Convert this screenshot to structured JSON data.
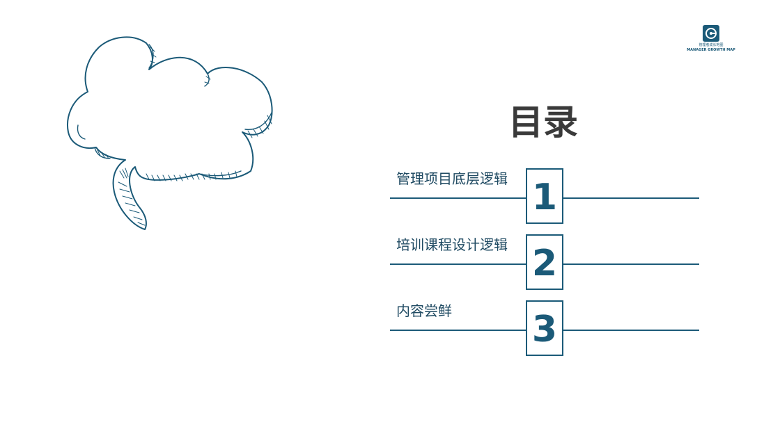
{
  "logo": {
    "cn_text": "管理者成长地图",
    "en_text": "MANAGER GROWTH MAP"
  },
  "title": "目录",
  "toc": [
    {
      "number": "1",
      "label": "管理项目底层逻辑"
    },
    {
      "number": "2",
      "label": "培训课程设计逻辑"
    },
    {
      "number": "3",
      "label": "内容尝鲜"
    }
  ],
  "colors": {
    "accent": "#1b5a78",
    "title": "#3a3a3a",
    "text": "#1f4a62",
    "background": "#ffffff"
  },
  "icons": {
    "decoration": "speech-bubble-cloud-icon",
    "brand": "growth-logo-icon"
  }
}
